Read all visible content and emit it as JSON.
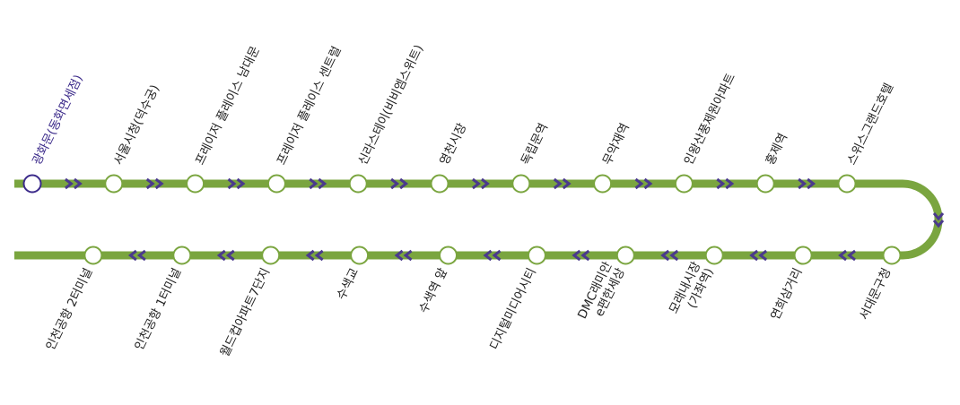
{
  "route": {
    "line_color": "#7aa53f",
    "arrow_color": "#4a3a8c",
    "current_color": "#3b2a8a",
    "station_fill": "#ffffff",
    "outbound": [
      {
        "name": "광화문(동화면세점)",
        "current": true
      },
      {
        "name": "서울시청(덕수궁)"
      },
      {
        "name": "프레이저 플레이스 남대문"
      },
      {
        "name": "프레이저 플레이스 센트럴"
      },
      {
        "name": "신라스테이(비비엠스위트)"
      },
      {
        "name": "영천시장"
      },
      {
        "name": "독립문역"
      },
      {
        "name": "무악재역"
      },
      {
        "name": "인왕산풍제원아파트"
      },
      {
        "name": "홍제역"
      },
      {
        "name": "스위스그랜드호텔"
      }
    ],
    "inbound": [
      {
        "lines": [
          "서대문구청"
        ]
      },
      {
        "lines": [
          "연희삼거리"
        ]
      },
      {
        "lines": [
          "모래내시장",
          "(가좌역)"
        ]
      },
      {
        "lines": [
          "DMC래미안",
          "e편한세상"
        ]
      },
      {
        "lines": [
          "디지털미디어시티"
        ]
      },
      {
        "lines": [
          "수색역 앞"
        ]
      },
      {
        "lines": [
          "수색교"
        ]
      },
      {
        "lines": [
          "월드컵아파트7단지"
        ]
      },
      {
        "lines": [
          "인천공항 1터미널"
        ]
      },
      {
        "lines": [
          "인천공항 2터미널"
        ]
      }
    ]
  }
}
